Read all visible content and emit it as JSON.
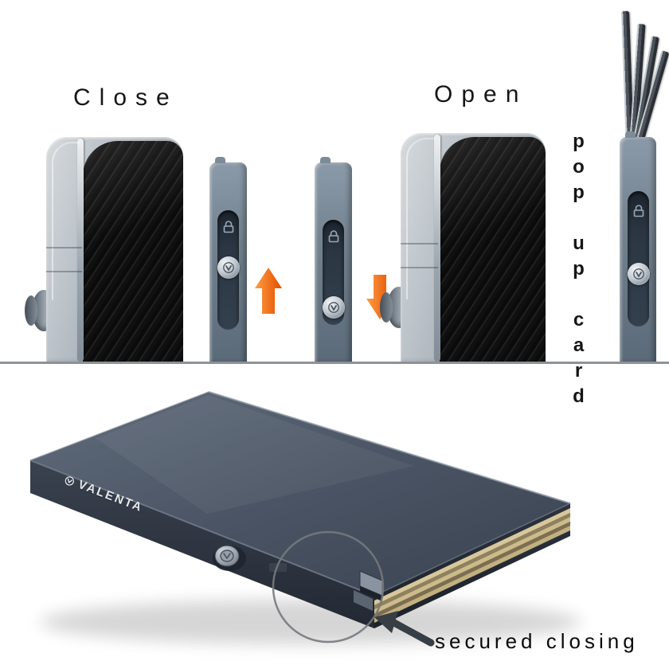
{
  "labels": {
    "close": "Close",
    "open": "Open",
    "pop_up_card": "pop up card",
    "secured_closing": "secured closing"
  },
  "brand": {
    "name": "VALENTA"
  },
  "icons": {
    "lock_icon": "padlock outline",
    "up_arrow_icon": "orange arrow up",
    "down_arrow_icon": "orange arrow down",
    "brand_button_icon": "V monogram round button",
    "highlight_circle": "corner highlight ring",
    "pointer_arrow_icon": "annotation arrow"
  },
  "colors": {
    "accent_orange": "#f06a18",
    "metal_light": "#b9c1c9",
    "slider_metal": "#6e8093",
    "wallet_body": "#49525f",
    "carbon_black": "#101010",
    "card_tan": "#cdbb8c",
    "divider_gray": "#8e9296",
    "ink": "#161616",
    "background": "#ffffff"
  }
}
